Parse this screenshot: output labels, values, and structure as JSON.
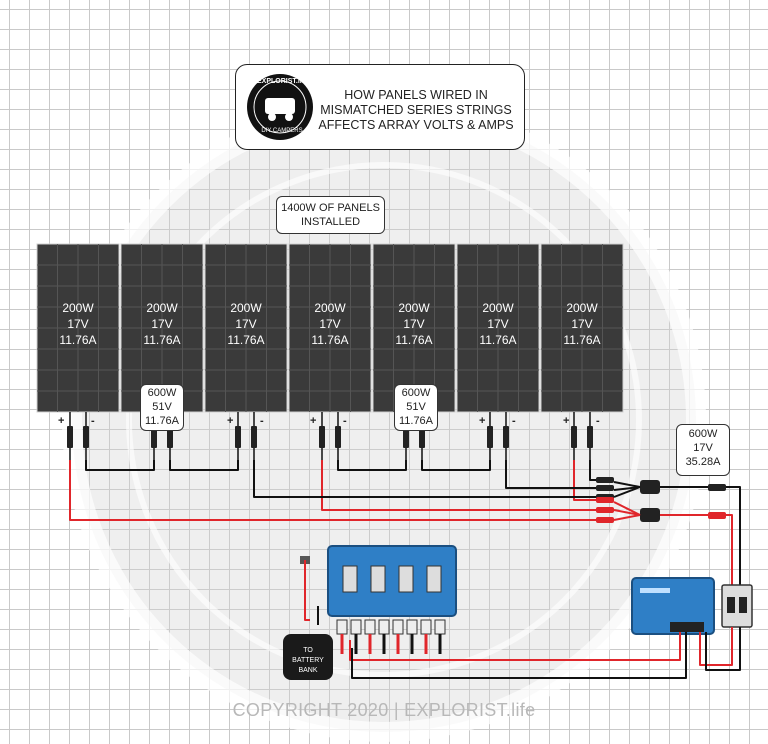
{
  "title": {
    "lines": [
      "HOW PANELS WIRED IN",
      "MISMATCHED SERIES STRINGS",
      "AFFECTS ARRAY VOLTS & AMPS"
    ]
  },
  "logo": {
    "top": "EXPLORIST.life",
    "bottom": "DIY CAMPERS"
  },
  "installed": {
    "line1": "1400W OF PANELS",
    "line2": "INSTALLED"
  },
  "panels": [
    {
      "watts": "200W",
      "volts": "17V",
      "amps": "11.76A"
    },
    {
      "watts": "200W",
      "volts": "17V",
      "amps": "11.76A"
    },
    {
      "watts": "200W",
      "volts": "17V",
      "amps": "11.76A"
    },
    {
      "watts": "200W",
      "volts": "17V",
      "amps": "11.76A"
    },
    {
      "watts": "200W",
      "volts": "17V",
      "amps": "11.76A"
    },
    {
      "watts": "200W",
      "volts": "17V",
      "amps": "11.76A"
    },
    {
      "watts": "200W",
      "volts": "17V",
      "amps": "11.76A"
    }
  ],
  "string_a": {
    "watts": "600W",
    "volts": "51V",
    "amps": "11.76A"
  },
  "string_b": {
    "watts": "600W",
    "volts": "51V",
    "amps": "11.76A"
  },
  "array_total": {
    "watts": "600W",
    "volts": "17V",
    "amps": "35.28A"
  },
  "polarity": {
    "plus": "+",
    "minus": "-"
  },
  "battery": {
    "line1": "TO",
    "line2": "BATTERY",
    "line3": "BANK"
  },
  "copyright": "COPYRIGHT 2020 | EXPLORIST.life",
  "colors": {
    "panel": "#3a3a3a",
    "panel_cell": "#2b2b2b",
    "wire_pos": "#e0262b",
    "wire_neg": "#111111",
    "victron_blue": "#2f7fc6",
    "grid": "#c9c9c9"
  }
}
